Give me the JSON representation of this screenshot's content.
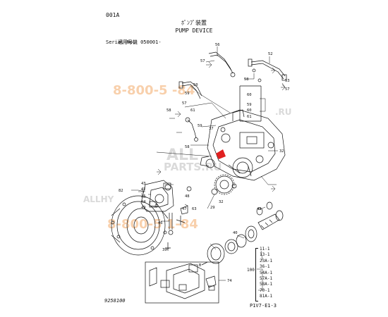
{
  "header": {
    "code": "001A",
    "applicable_model": "適用号機",
    "serial_range": "050001-",
    "serial_label": "Serial No."
  },
  "title": {
    "jp": "ﾎﾟﾝﾌﾟ装置",
    "en": "PUMP DEVICE"
  },
  "watermark": {
    "phone_top": "8-800-5   -84",
    "phone_mid": "8-800-5   1-84",
    "brand_a": "ALL",
    "brand_b": "PARTS.RU",
    "brand_left": "ALLHY",
    "brand_right": ".RU",
    "color": "#f0a060"
  },
  "callouts": {
    "c56": "56",
    "c57": "57",
    "c52": "52",
    "c53": "53",
    "c57b": "57",
    "c58": "58",
    "c50": "50",
    "c59": "59",
    "c61": "61",
    "c60a": "60",
    "c60b": "60",
    "c59b": "59",
    "c58b": "58",
    "c57c": "57",
    "c59c": "59",
    "c61b": "61",
    "c37": "37",
    "c32": "32",
    "c82": "82",
    "c42": "42",
    "c43": "43",
    "c49": "49",
    "c45": "45",
    "c44": "44",
    "c48": "48",
    "c47": "47",
    "c63": "63",
    "c29": "29",
    "c32b": "32",
    "c39": "39",
    "c46": "46",
    "c41": "41",
    "c40": "40",
    "c74": "74",
    "cB": "B"
  },
  "legend": {
    "group": "100",
    "items": [
      "11-1",
      "13-1",
      "23A-1",
      "36-1",
      "54A-1",
      "57A-1",
      "58A-1",
      "70-1",
      "81A-1"
    ]
  },
  "footer": {
    "drawing_no": "9258100",
    "page_ref": "P1V7-E1-3"
  }
}
